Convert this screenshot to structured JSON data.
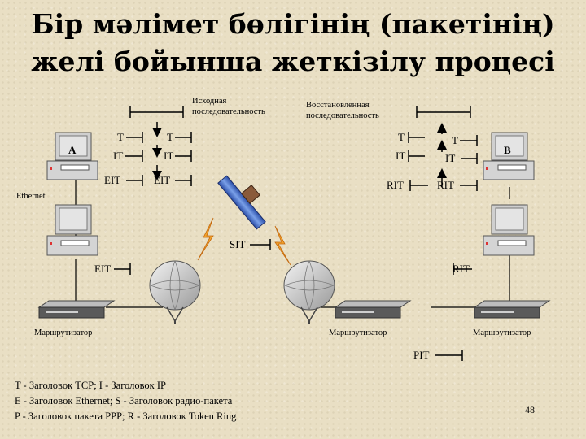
{
  "title": {
    "line1": "Бір мәлімет бөлігінің (пакетінің)",
    "line2": "желі бойынша  жеткізілу процесі"
  },
  "labels": {
    "source_seq": "Исходная\nпоследовательность",
    "restored_seq": "Восстановленная\nпоследовательность",
    "ethernet": "Ethernet",
    "router1": "Маршрутизатор",
    "router2": "Маршрутизатор",
    "router3": "Маршрутизатор",
    "host_a": "A",
    "host_b": "B"
  },
  "packets": {
    "left_T": "T",
    "left_IT": "IT",
    "left_EIT": "EIT",
    "left2_T": "T",
    "left2_IT": "IT",
    "left2_EIT": "EIT",
    "right_T": "T",
    "right_IT": "IT",
    "right_RIT": "RIT",
    "right2_T": "T",
    "right2_IT": "IT",
    "right2_RIT": "RIT",
    "sit": "SIT",
    "eit_bottom": "EIT",
    "rit_bottom": "RIT",
    "pit": "PIT"
  },
  "legend": [
    "T - Заголовок TCP; I - Заголовок IP",
    "E - Заголовок Ethernet; S - Заголовок радио-пакета",
    "P - Заголовок пакета PPP; R - Заголовок Token Ring"
  ],
  "slide_number": "48"
}
